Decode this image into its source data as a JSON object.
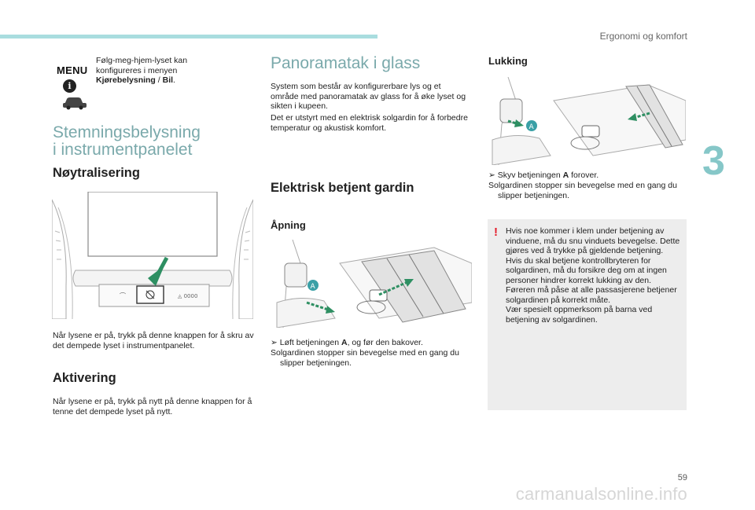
{
  "header": {
    "section_title": "Ergonomi og komfort",
    "page_number": "59",
    "chapter_number": "3"
  },
  "watermark": "carmanualsonline.info",
  "menu_note": {
    "logo_text": "MENU",
    "info_icon": "i",
    "text_line1": "Følg-meg-hjem-lyset kan",
    "text_line2": "konfigureres i menyen",
    "bold_1": "Kjørebelysning",
    "sep": " / ",
    "bold_2": "Bil",
    "end": "."
  },
  "left": {
    "title_line1": "Stemningsbelysning",
    "title_line2": "i instrumentpanelet",
    "neutral_heading": "Nøytralisering",
    "neutral_text": "Når lysene er på, trykk på denne knappen for å skru av det dempede lyset i instrumentpanelet.",
    "activation_heading": "Aktivering",
    "activation_text": "Når lysene er på, trykk på nytt på denne knappen for å tenne det dempede lyset på nytt."
  },
  "middle": {
    "title": "Panoramatak i glass",
    "intro_1": "System som består av konfigurerbare lys og et område med panoramatak av glass for å øke lyset og sikten i kupeen.",
    "intro_2": "Det er utstyrt med en elektrisk solgardin for å forbedre temperatur og akustisk komfort.",
    "blind_heading": "Elektrisk betjent gardin",
    "opening_heading": "Åpning",
    "label_a": "A",
    "opening_step_pre": "Løft betjeningen ",
    "opening_step_bold": "A",
    "opening_step_post": ", og før den bakover.",
    "opening_result": "Solgardinen stopper sin bevegelse med en gang du slipper betjeningen."
  },
  "right": {
    "closing_heading": "Lukking",
    "label_a": "A",
    "closing_step_pre": "Skyv betjeningen ",
    "closing_step_bold": "A",
    "closing_step_post": " forover.",
    "closing_result": "Solgardinen stopper sin bevegelse med en gang du slipper betjeningen.",
    "warning_mark": "!",
    "warning_text_1": "Hvis noe kommer i klem under betjening av vinduene, må du snu vinduets bevegelse. Dette gjøres ved å trykke på gjeldende betjening.",
    "warning_text_2": "Hvis du skal betjene kontrollbryteren for solgardinen, må du forsikre deg om at ingen personer hindrer korrekt lukking av den.",
    "warning_text_3": "Føreren må påse at alle passasjerene betjener solgardinen på korrekt måte.",
    "warning_text_4": "Vær spesielt oppmerksom på barna ved betjening av solgardinen."
  },
  "colors": {
    "accent_teal": "#7aa9ab",
    "header_bar": "#a9dddf",
    "arrow_green": "#2e8f62",
    "label_a": "#3aa0a6",
    "warning_red": "#e41b2a",
    "warning_bg": "#ededed"
  }
}
